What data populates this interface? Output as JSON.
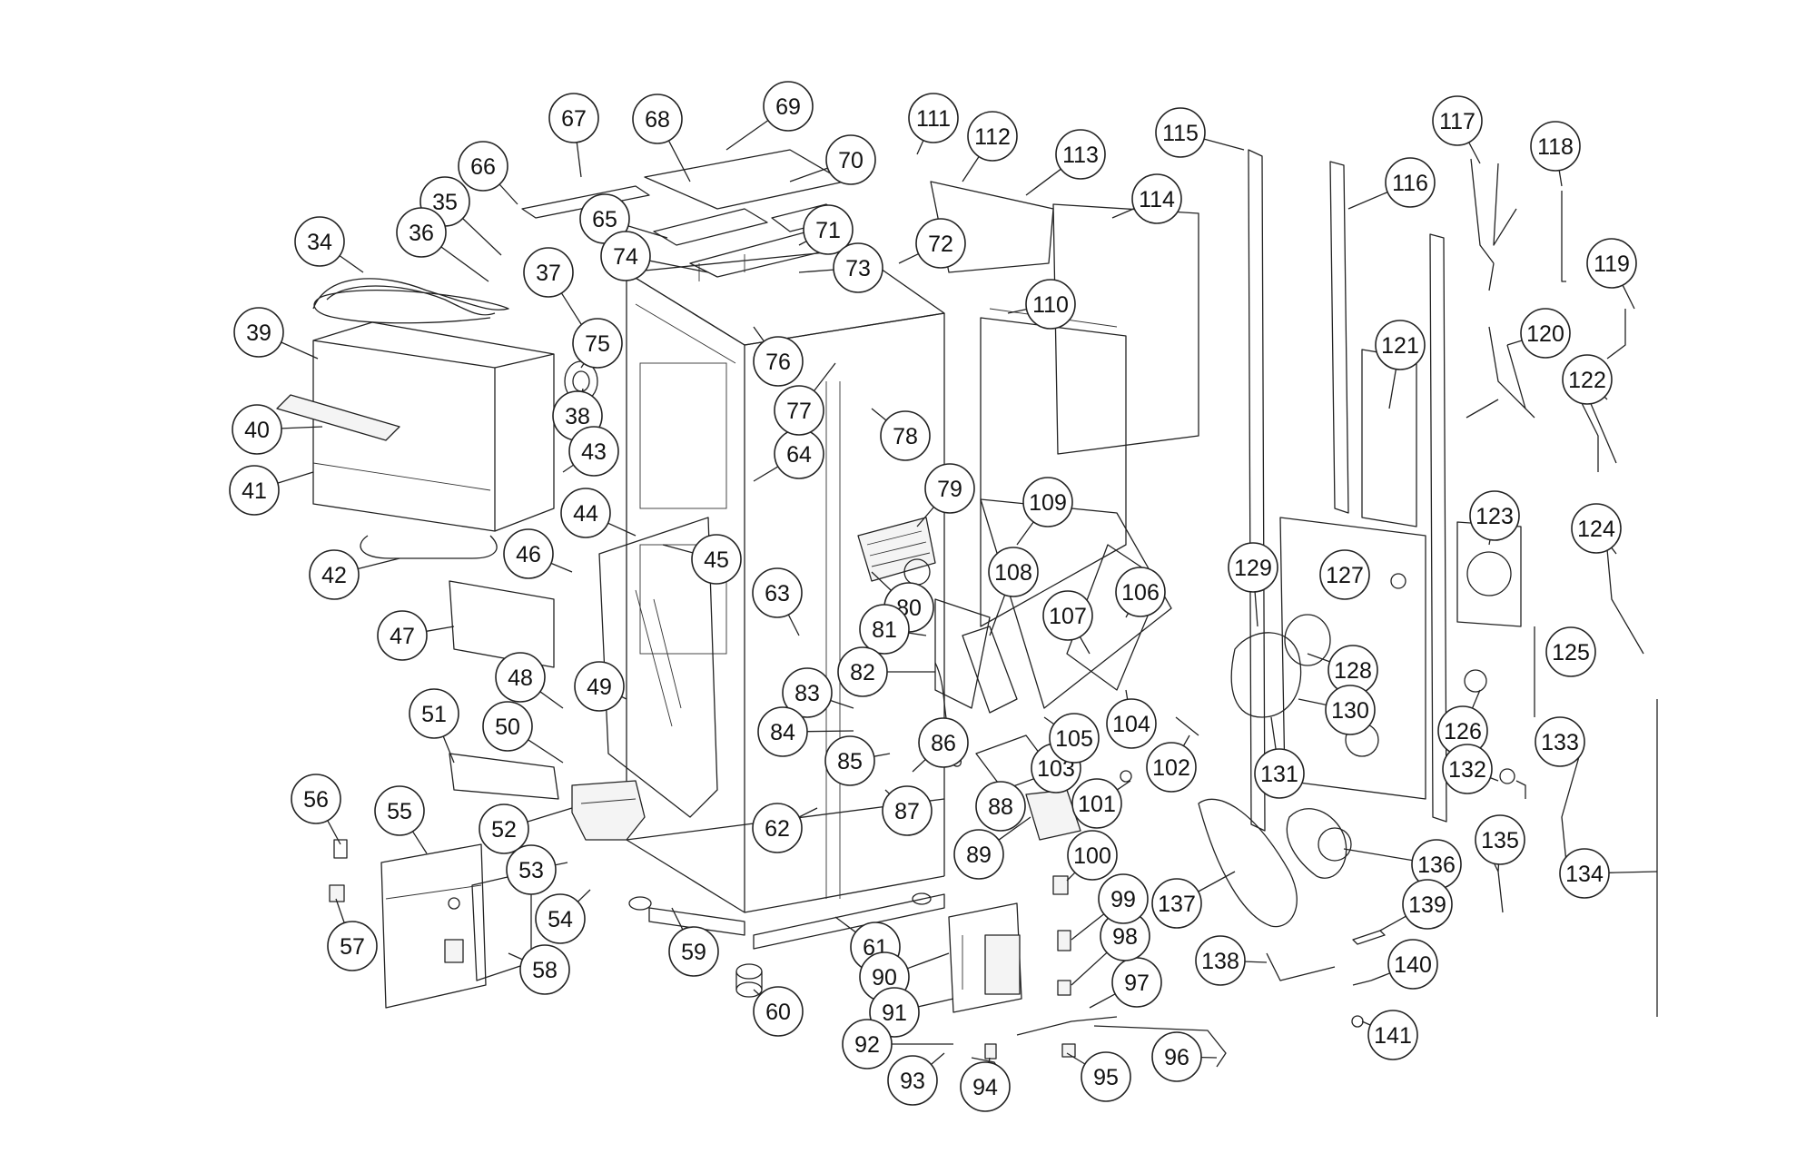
{
  "diagram": {
    "type": "exploded-parts-view",
    "callouts": [
      "34",
      "35",
      "36",
      "37",
      "38",
      "39",
      "40",
      "41",
      "42",
      "43",
      "44",
      "45",
      "46",
      "47",
      "48",
      "49",
      "50",
      "51",
      "52",
      "53",
      "54",
      "55",
      "56",
      "57",
      "58",
      "59",
      "60",
      "61",
      "62",
      "63",
      "64",
      "65",
      "66",
      "67",
      "68",
      "69",
      "70",
      "71",
      "72",
      "73",
      "74",
      "75",
      "76",
      "77",
      "78",
      "79",
      "80",
      "81",
      "82",
      "83",
      "84",
      "85",
      "86",
      "87",
      "88",
      "89",
      "90",
      "91",
      "92",
      "93",
      "94",
      "95",
      "96",
      "97",
      "98",
      "99",
      "100",
      "101",
      "102",
      "103",
      "104",
      "105",
      "106",
      "107",
      "108",
      "109",
      "110",
      "111",
      "112",
      "113",
      "114",
      "115",
      "116",
      "117",
      "118",
      "119",
      "120",
      "121",
      "122",
      "123",
      "124",
      "125",
      "126",
      "127",
      "128",
      "129",
      "130",
      "131",
      "132",
      "133",
      "134",
      "135",
      "136",
      "137",
      "138",
      "139",
      "140",
      "141"
    ]
  }
}
